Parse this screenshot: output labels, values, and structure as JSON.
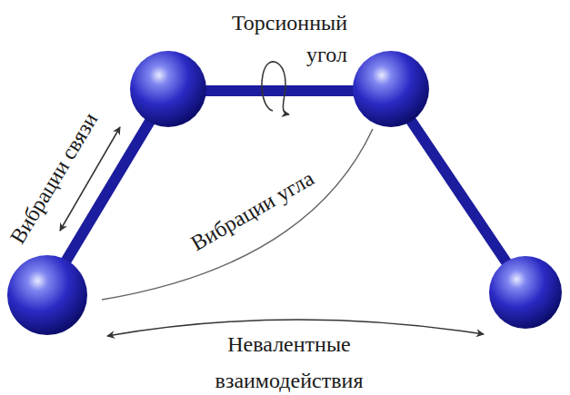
{
  "diagram": {
    "labels": [
      "Торсионный угол",
      "Вибрации связи",
      "Вибрации угла",
      "Невалентные взаимодействия"
    ]
  }
}
